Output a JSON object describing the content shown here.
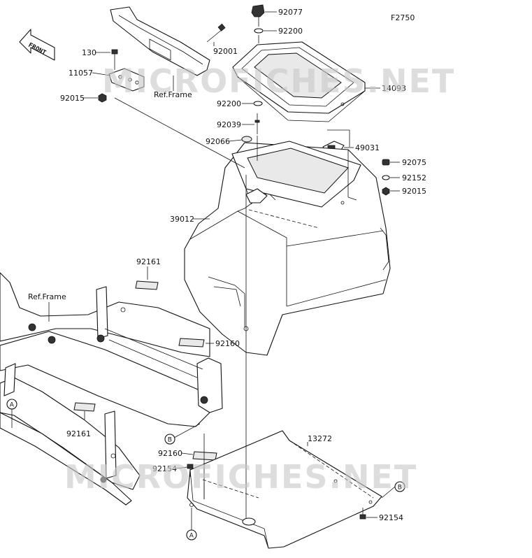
{
  "figure_code": "F2750",
  "front_arrow_text": "FRONT",
  "watermark": "MICROFICHES.NET",
  "parts": {
    "p92077": "92077",
    "p92200_top": "92200",
    "p92001": "92001",
    "p130": "130",
    "p11057": "11057",
    "p92015_left": "92015",
    "ref_frame_top": "Ref.Frame",
    "p14093": "14093",
    "p92200_mid": "92200",
    "p92039": "92039",
    "p92066": "92066",
    "p49031": "49031",
    "p92075": "92075",
    "p92152": "92152",
    "p92015_right": "92015",
    "p39012": "39012",
    "p92161_top": "92161",
    "ref_frame_left": "Ref.Frame",
    "p92160_mid": "92160",
    "p92161_bottom": "92161",
    "p92160_bottom": "92160",
    "p92154_left": "92154",
    "p13272": "13272",
    "p92154_right": "92154"
  },
  "callouts": {
    "a_left": "A",
    "a_bottom": "A",
    "b_mid": "B",
    "b_right": "B"
  }
}
